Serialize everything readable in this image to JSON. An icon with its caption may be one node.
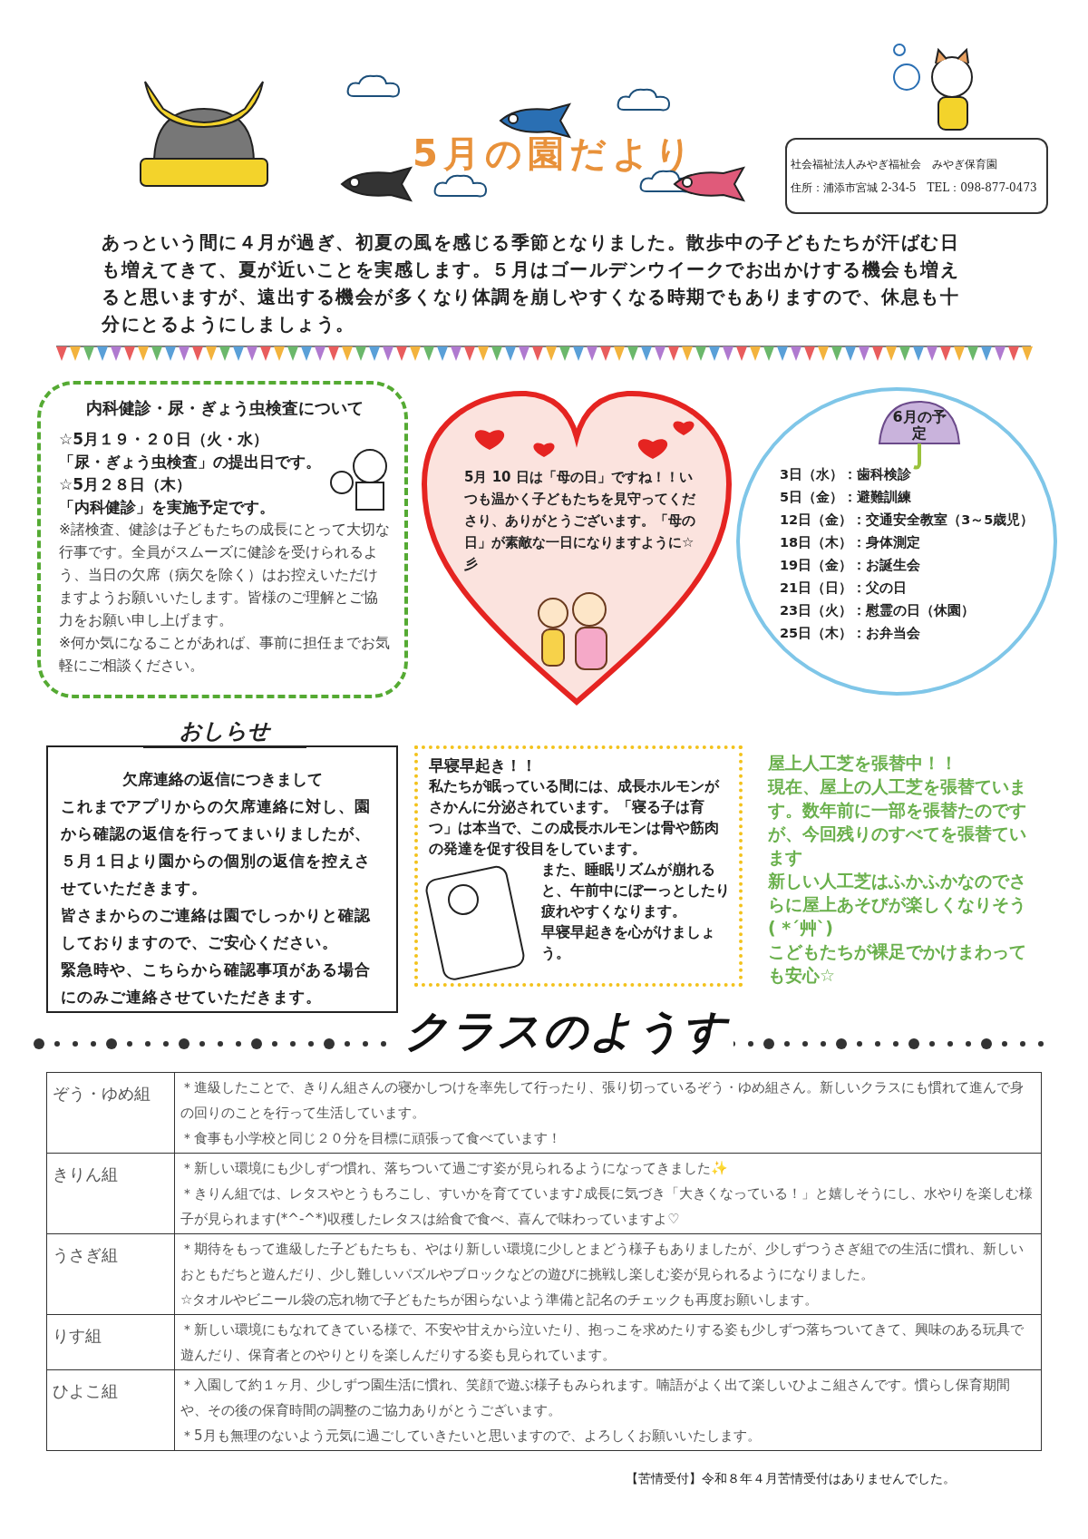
{
  "diagram": {
    "title": "5月の園だより",
    "nodes": [
      {
        "text": [
          "社会福祉法人みやぎ福祉会　みやぎ保育園",
          "住所：浦添市宮城 2-34-5　TEL：098-877-0473"
        ]
      },
      {
        "text": [
          "内科健診・尿・ぎょう虫検査について",
          "☆5月１９・２０日（火・水）",
          "「尿・ぎょう虫検査」の提出日です。",
          "☆5月２８日（木）",
          "「内科健診」を実施予定です。",
          "※諸検査、健診は子どもたちの成長にとって大切な行事です。全員がスムーズに健診を受けられるよう、当日の欠席（病欠を除く）はお控えいただけますようお願いいたします。皆様のご理解とご協力をお願い申し上げます。",
          "※何か気になることがあれば、事前に担任までお気軽にご相談ください。"
        ]
      },
      {
        "text": [
          "5月 10 日は「母の日」ですね！！いつも温かく子どもたちを見守ってくださり、ありがとうございます。「母の日」が素敵な一日になりますように☆彡"
        ]
      },
      {
        "text": [
          "6月の予定",
          "3日（水）：歯科検診",
          "5日（金）：避難訓練",
          "12日（金）：交通安全教室（3～5歳児）",
          "18日（木）：身体測定",
          "19日（金）：お誕生会",
          "21日（日）：父の日",
          "23日（火）：慰霊の日（休園）",
          "25日（木）：お弁当会"
        ]
      },
      {
        "text": [
          "おしらせ",
          "欠席連絡の返信につきまして",
          "これまでアプリからの欠席連絡に対し、園から確認の返信を行ってまいりましたが、５月１日より園からの個別の返信を控えさせていただきます。",
          "皆さまからのご連絡は園でしっかりと確認しておりますので、ご安心ください。",
          "緊急時や、こちらから確認事項がある場合にのみご連絡させていただきます。"
        ]
      },
      {
        "text": [
          "早寝早起き！！",
          "私たちが眠っている間には、成長ホルモンがさかんに分泌されています。「寝る子は育つ」は本当で、この成長ホルモンは骨や筋肉の発達を促す役目をしています。",
          "また、睡眠リズムが崩れると、午前中にぼーっとしたり疲れやすくなります。",
          "早寝早起きを心がけましょう。"
        ]
      }
    ],
    "edges": [],
    "labels": [
      "あっという間に４月が過ぎ、初夏の風を感じる季節となりました。散歩中の子どもたちが汗ばむ日も増えてきて、夏が近いことを実感します。５月はゴールデンウイークでお出かけする機会も増えると思いますが、遠出する機会が多くなり体調を崩しやすくなる時期でもありますので、休息も十分にとるようにしましょう。",
      "屋上人工芝を張替中！！",
      "現在、屋上の人工芝を張替ています。数年前に一部を張替たのですが、今回残りのすべてを張替ています",
      "新しい人工芝はふかふかなのでさらに屋上あそびが楽しくなりそう( *´艸`)",
      "こどもたちが裸足でかけまわっても安心☆",
      "クラスのようす",
      "ぞう・ゆめ組",
      "＊進級したことで、きりん組さんの寝かしつけを率先して行ったり、張り切っているぞう・ゆめ組さん。新しいクラスにも慣れて進んで身の回りのことを行って生活しています。",
      "＊食事も小学校と同じ２０分を目標に頑張って食べています！",
      "きりん組",
      "＊新しい環境にも少しずつ慣れ、落ちついて過ごす姿が見られるようになってきました✨",
      "＊きりん組では、レタスやとうもろこし、すいかを育てています♪成長に気づき「大きくなっている！」と嬉しそうにし、水やりを楽しむ様子が見られます(*^-^*)収穫したレタスは給食で食べ、喜んで味わっていますよ♡",
      "うさぎ組",
      "＊期待をもって進級した子どもたちも、やはり新しい環境に少しとまどう様子もありましたが、少しずつうさぎ組での生活に慣れ、新しいおともだちと遊んだり、少し難しいパズルやブロックなどの遊びに挑戦し楽しむ姿が見られるようになりました。",
      "☆タオルやビニール袋の忘れ物で子どもたちが困らないよう準備と記名のチェックも再度お願いします。",
      "りす組",
      "＊新しい環境にもなれてきている様で、不安や甘えから泣いたり、抱っこを求めたりする姿も少しずつ落ちついてきて、興味のある玩具で遊んだり、保育者とのやりとりを楽しんだりする姿も見られています。",
      "ひよこ組",
      "＊入園して約１ヶ月、少しずつ園生活に慣れ、笑顔で遊ぶ様子もみられます。喃語がよく出て楽しいひよこ組さんです。慣らし保育期間や、その後の保育時間の調整のご協力ありがとうございます。",
      "＊5月も無理のないよう元気に過ごしていきたいと思いますので、よろしくお願いいたします。",
      "【苦情受付】令和８年４月苦情受付はありませんでした。"
    ]
  }
}
